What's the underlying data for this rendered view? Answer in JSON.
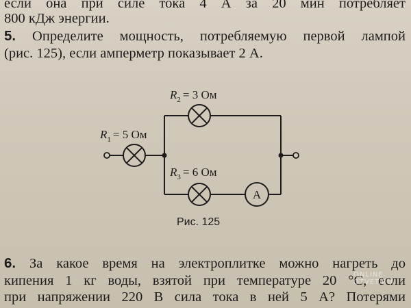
{
  "lines": {
    "line0": "если она при силе тока 4 А за 20 мин потребляет",
    "line1": "800 кДж энергии.",
    "q5_num": "5.",
    "q5_line1": "Определите мощность, потребляемую первой лампой",
    "q5_line2": "(рис. 125), если амперметр показывает 2 А.",
    "q6_num": "6.",
    "q6_line1": "За какое время на электроплитке можно нагреть до",
    "q6_line2": "кипения 1 кг воды, взятой при температуре 20 °С, если",
    "q6_line3": "при напряжении 220 В сила тока в ней 5 А? Потерями"
  },
  "figure": {
    "r1": {
      "symbol": "R",
      "index": "1",
      "value": "= 5 Ом"
    },
    "r2": {
      "symbol": "R",
      "index": "2",
      "value": "= 3 Ом"
    },
    "r3": {
      "symbol": "R",
      "index": "3",
      "value": "= 6 Ом"
    },
    "ammeter": "A",
    "caption": "Рис. 125"
  },
  "watermark": {
    "line1": "ONLINE",
    "line2": "OTVET.RU"
  }
}
